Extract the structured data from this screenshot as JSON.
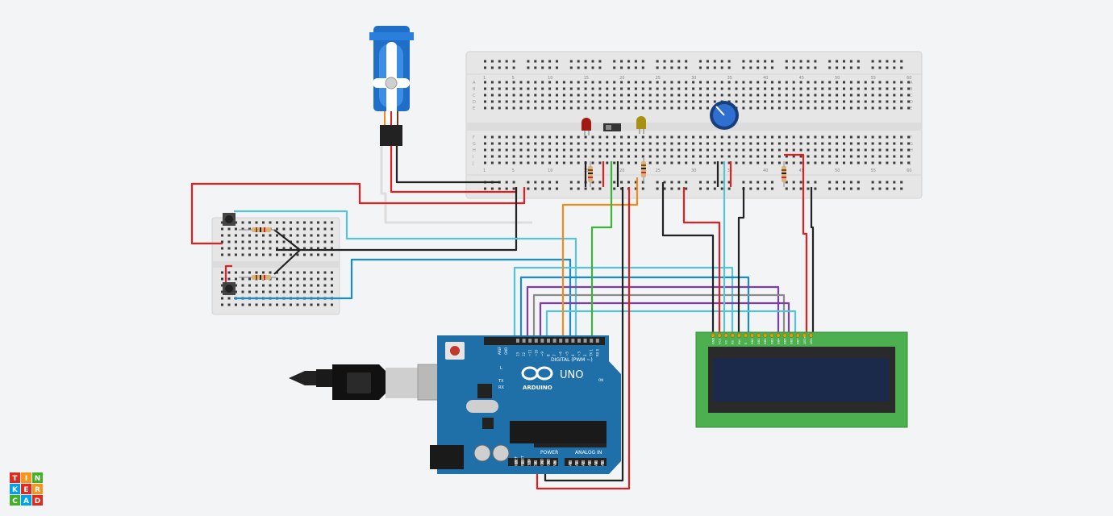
{
  "app": {
    "logo_letters": [
      "T",
      "I",
      "N",
      "K",
      "E",
      "R",
      "C",
      "A",
      "D"
    ],
    "logo_colors": [
      "#e1291e",
      "#f7941d",
      "#43b02a",
      "#00a2e8",
      "#e1291e",
      "#f7941d",
      "#43b02a",
      "#00a2e8",
      "#e1291e"
    ]
  },
  "breadboard_main": {
    "row_letters": [
      "A",
      "B",
      "C",
      "D",
      "E",
      "F",
      "G",
      "H",
      "I",
      "J"
    ],
    "column_numbers": [
      "1",
      "5",
      "10",
      "15",
      "20",
      "25",
      "30",
      "35",
      "40",
      "45",
      "50",
      "55",
      "60"
    ]
  },
  "arduino": {
    "brand": "ARDUINO",
    "model": "UNO",
    "digital_label": "DIGITAL (PWM ~)",
    "power_label": "POWER",
    "analog_label": "ANALOG IN",
    "aref": "AREF",
    "gnd": "GND",
    "tx": "TX",
    "rx": "RX",
    "l": "L",
    "on": "ON",
    "digital_pins": [
      "13",
      "12",
      "~11",
      "~10",
      "~9",
      "8",
      "7",
      "~6",
      "~5",
      "4",
      "~3",
      "2",
      "TX 1",
      "RX 0"
    ],
    "power_pins": [
      "IOREF",
      "RESET",
      "3.3V",
      "5V",
      "GND",
      "GND",
      "Vin"
    ],
    "analog_pins": [
      "A0",
      "A1",
      "A2",
      "A3",
      "A4",
      "A5"
    ]
  },
  "lcd": {
    "pins": [
      "GND",
      "VCC",
      "V0",
      "RS",
      "RW",
      "E",
      "DB0",
      "DB1",
      "DB2",
      "DB3",
      "DB4",
      "DB5",
      "DB6",
      "DB7",
      "LED+",
      "LED-"
    ]
  },
  "colors": {
    "board_blue": "#1f6fa8",
    "breadboard": "#e8e8e8",
    "lcd_green": "#4caf50",
    "lcd_screen": "#1b2a4a",
    "wire_red": "#e02020",
    "wire_black": "#222222",
    "wire_cyan": "#56c3d6",
    "wire_purple": "#7b3fa0",
    "wire_orange": "#f08a1c",
    "wire_green": "#3cb43c",
    "wire_white": "#dddddd",
    "wire_gray": "#8a8a8a"
  },
  "icons": {
    "servo": "servo-motor-icon",
    "potentiometer": "potentiometer-icon",
    "usb": "usb-cable-icon"
  }
}
